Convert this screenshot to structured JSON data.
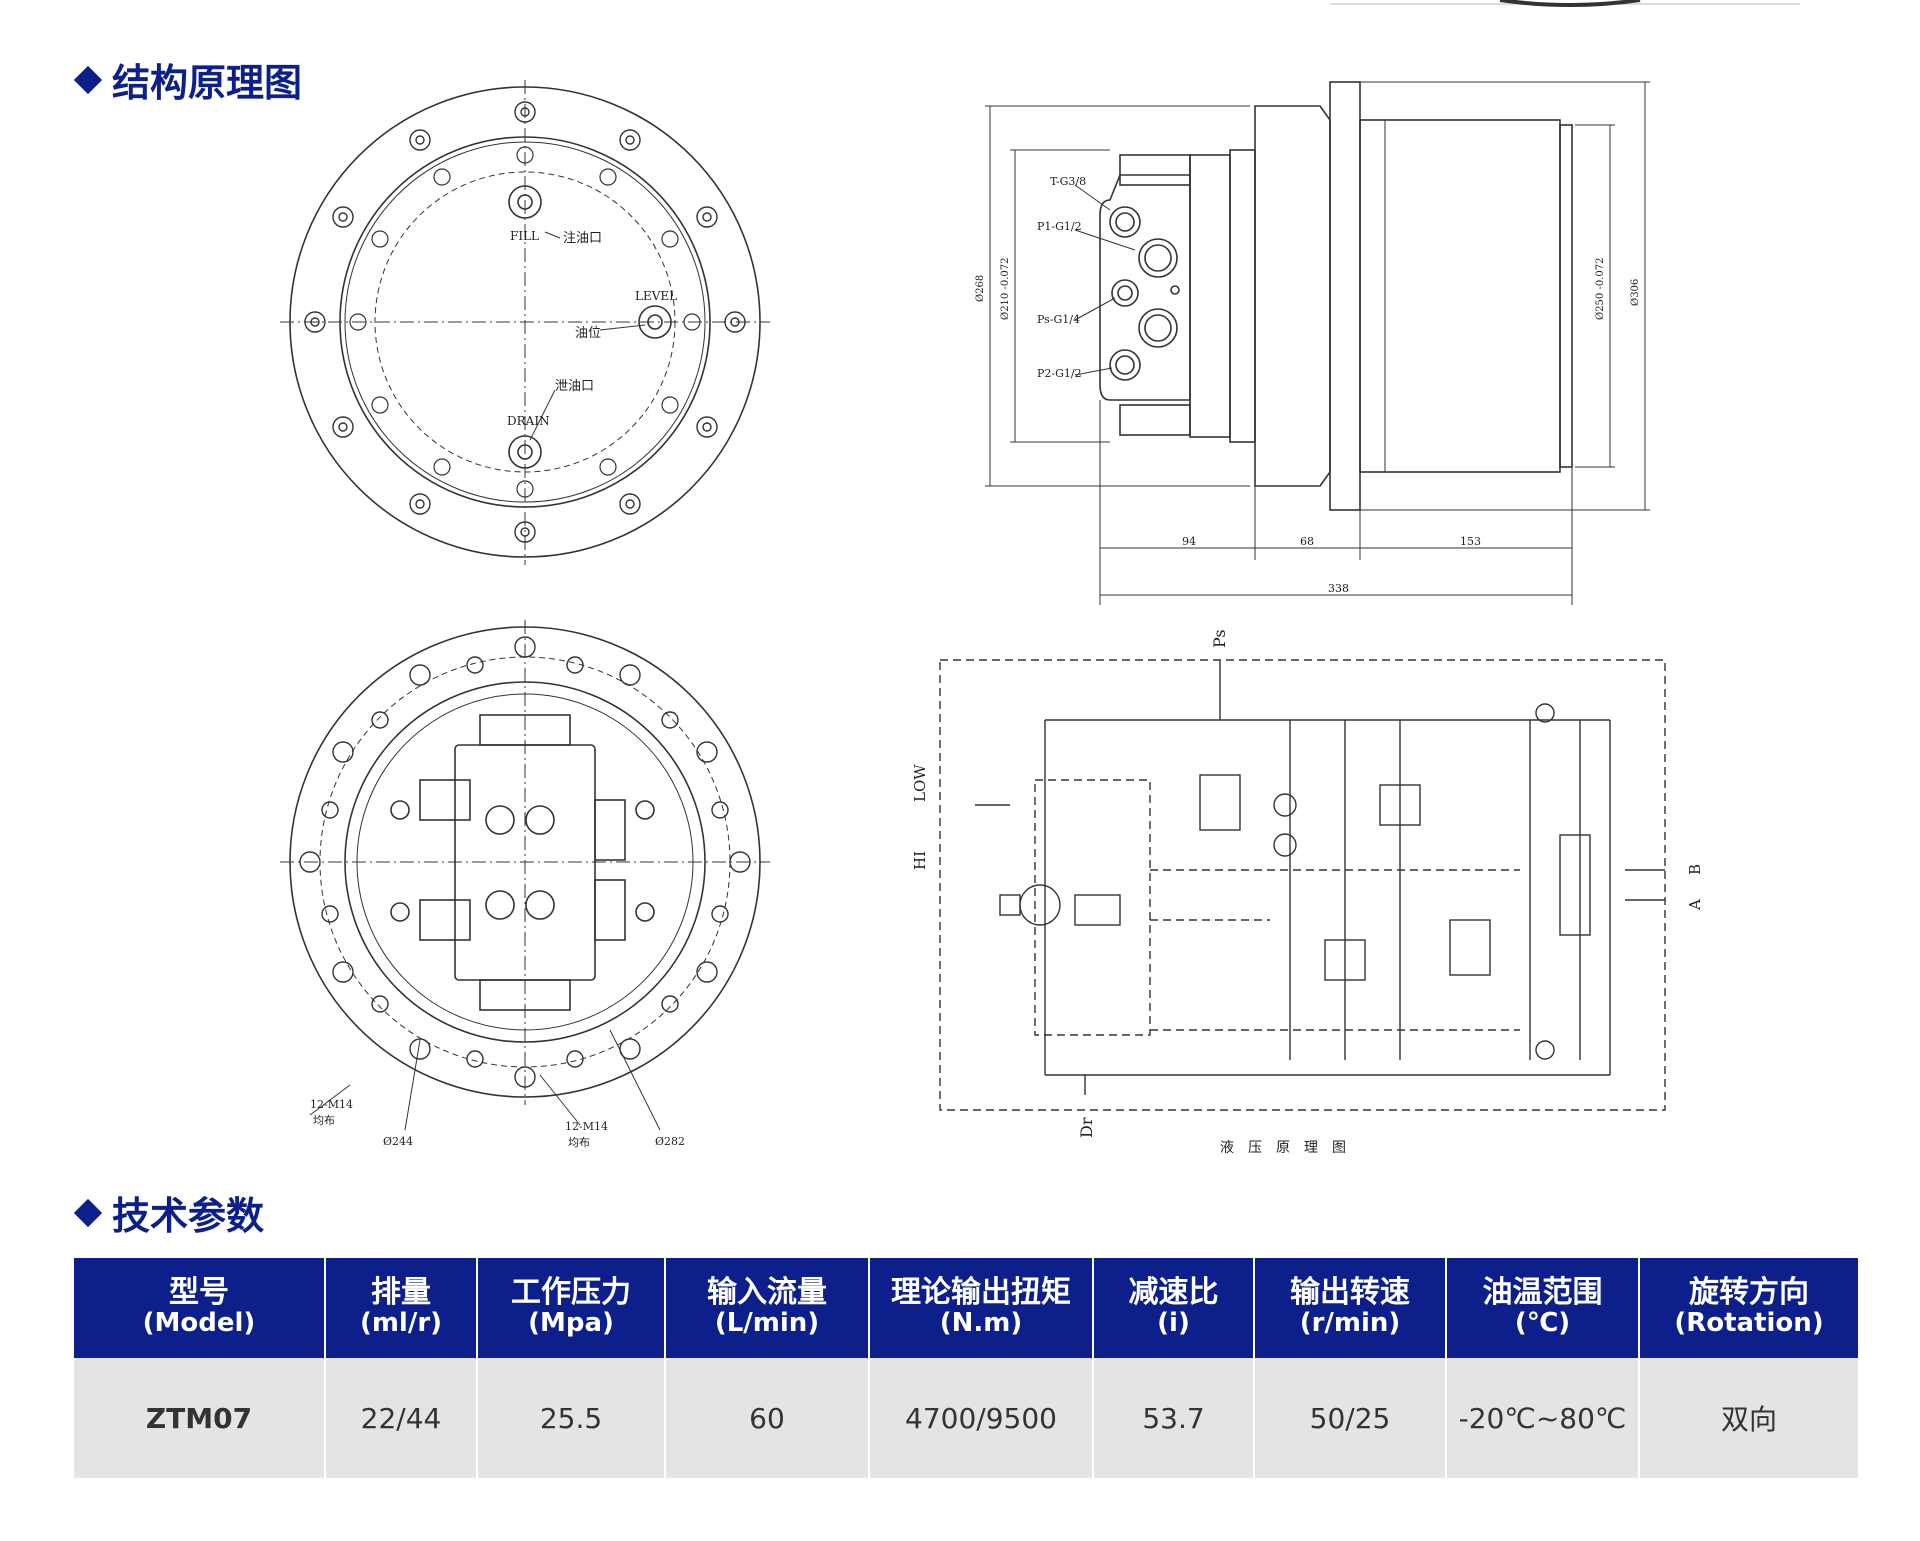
{
  "sections": {
    "structure_title": "结构原理图",
    "spec_title": "技术参数"
  },
  "drawing": {
    "front_labels": {
      "fill": "FILL",
      "fill_cn": "注油口",
      "level": "LEVEL",
      "level_cn": "油位",
      "drain": "DRAIN",
      "drain_cn": "泄油口"
    },
    "side_labels": {
      "port1": "T-G3/8",
      "port2": "P1-G1/2",
      "port3": "Ps-G1/4",
      "port4": "P2-G1/2",
      "dia_268": "Ø268",
      "dia_210": "Ø210 -0.072",
      "dia_250": "Ø250 -0.072",
      "dia_306": "Ø306",
      "dim_94": "94",
      "dim_68": "68",
      "dim_153": "153",
      "dim_338": "338"
    },
    "back_labels": {
      "bolt_a": "12-M14",
      "bolt_a_cn": "均布",
      "bolt_b": "12-M14",
      "bolt_b_cn": "均布",
      "dia_244": "Ø244",
      "dia_282": "Ø282"
    },
    "hydraulic_labels": {
      "ps": "Ps",
      "low": "LOW",
      "hi": "HI",
      "a": "A",
      "b": "B",
      "dr": "Dr",
      "caption": "液压原理图"
    }
  },
  "spec_table": {
    "headers": [
      {
        "cn": "型号",
        "en": "(Model)"
      },
      {
        "cn": "排量",
        "en": "(ml/r)"
      },
      {
        "cn": "工作压力",
        "en": "(Mpa)"
      },
      {
        "cn": "输入流量",
        "en": "(L/min)"
      },
      {
        "cn": "理论输出扭矩",
        "en": "(N.m)"
      },
      {
        "cn": "减速比",
        "en": "(i)"
      },
      {
        "cn": "输出转速",
        "en": "(r/min)"
      },
      {
        "cn": "油温范围",
        "en": "(℃)"
      },
      {
        "cn": "旋转方向",
        "en": "(Rotation)"
      }
    ],
    "row": [
      "ZTM07",
      "22/44",
      "25.5",
      "60",
      "4700/9500",
      "53.7",
      "50/25",
      "-20℃~80℃",
      "双向"
    ]
  }
}
